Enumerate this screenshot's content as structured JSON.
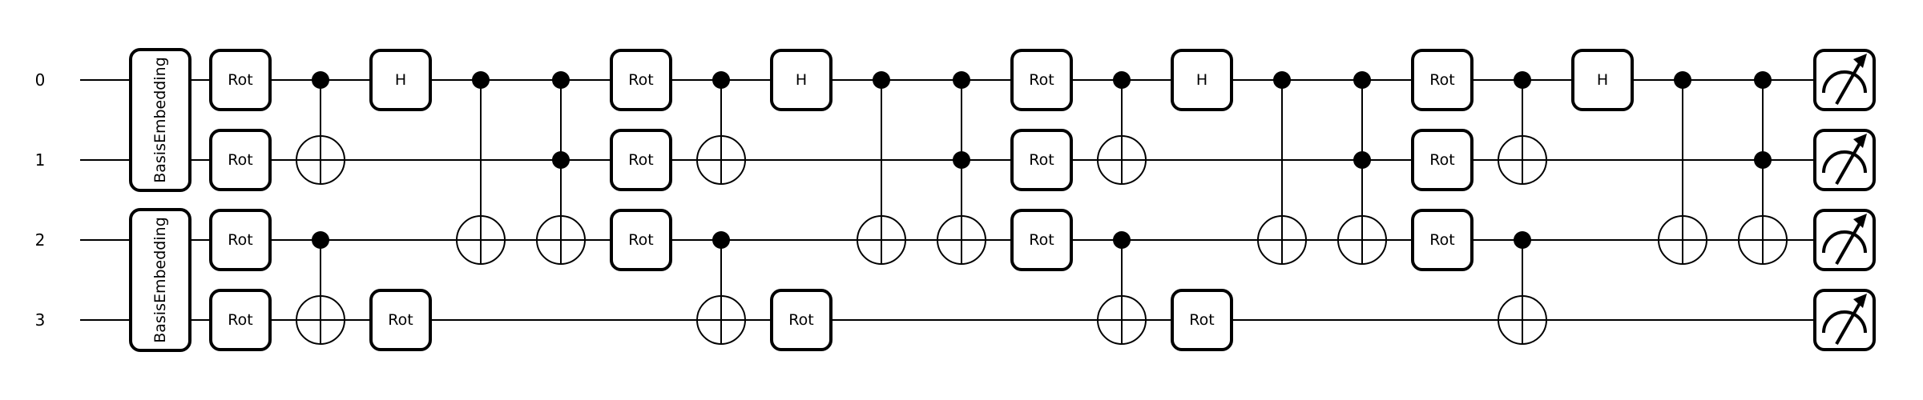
{
  "circuit": {
    "wires": [
      "0",
      "1",
      "2",
      "3"
    ],
    "embeddings": [
      {
        "label": "BasisEmbedding",
        "wires": [
          0,
          1
        ]
      },
      {
        "label": "BasisEmbedding",
        "wires": [
          2,
          3
        ]
      }
    ],
    "layers": [
      {
        "rot_label": "Rot",
        "hadamard_label": "H",
        "rot_wires": [
          0,
          1,
          2
        ],
        "ops": [
          {
            "type": "cnot",
            "control": 0,
            "target": 1
          },
          {
            "type": "hadamard",
            "wire": 0
          },
          {
            "type": "cnot",
            "control": 0,
            "target": 2
          },
          {
            "type": "toffoli",
            "controls": [
              0,
              1
            ],
            "target": 2
          }
        ]
      },
      {
        "rot_label": "Rot",
        "hadamard_label": "H",
        "rot_wires": [
          0,
          1,
          2
        ],
        "ops": [
          {
            "type": "cnot",
            "control": 0,
            "target": 1
          },
          {
            "type": "hadamard",
            "wire": 0
          },
          {
            "type": "cnot",
            "control": 0,
            "target": 2
          },
          {
            "type": "toffoli",
            "controls": [
              0,
              1
            ],
            "target": 2
          }
        ]
      },
      {
        "rot_label": "Rot",
        "hadamard_label": "H",
        "rot_wires": [
          0,
          1,
          2
        ],
        "ops": [
          {
            "type": "cnot",
            "control": 0,
            "target": 1
          },
          {
            "type": "hadamard",
            "wire": 0
          },
          {
            "type": "cnot",
            "control": 0,
            "target": 2
          },
          {
            "type": "toffoli",
            "controls": [
              0,
              1
            ],
            "target": 2
          }
        ]
      },
      {
        "rot_label": "Rot",
        "hadamard_label": "H",
        "rot_wires": [
          0,
          1,
          2
        ],
        "ops": [
          {
            "type": "cnot",
            "control": 0,
            "target": 1
          },
          {
            "type": "hadamard",
            "wire": 0
          },
          {
            "type": "cnot",
            "control": 0,
            "target": 2
          },
          {
            "type": "toffoli",
            "controls": [
              0,
              1
            ],
            "target": 2
          }
        ]
      }
    ],
    "wire3_first_rot_label": "Rot",
    "wire3_ops": [
      {
        "type": "rot",
        "label": "Rot"
      },
      {
        "type": "cnot_from_2"
      }
    ],
    "measurements": [
      0,
      1,
      2,
      3
    ],
    "measure_icon": "meter-icon"
  }
}
